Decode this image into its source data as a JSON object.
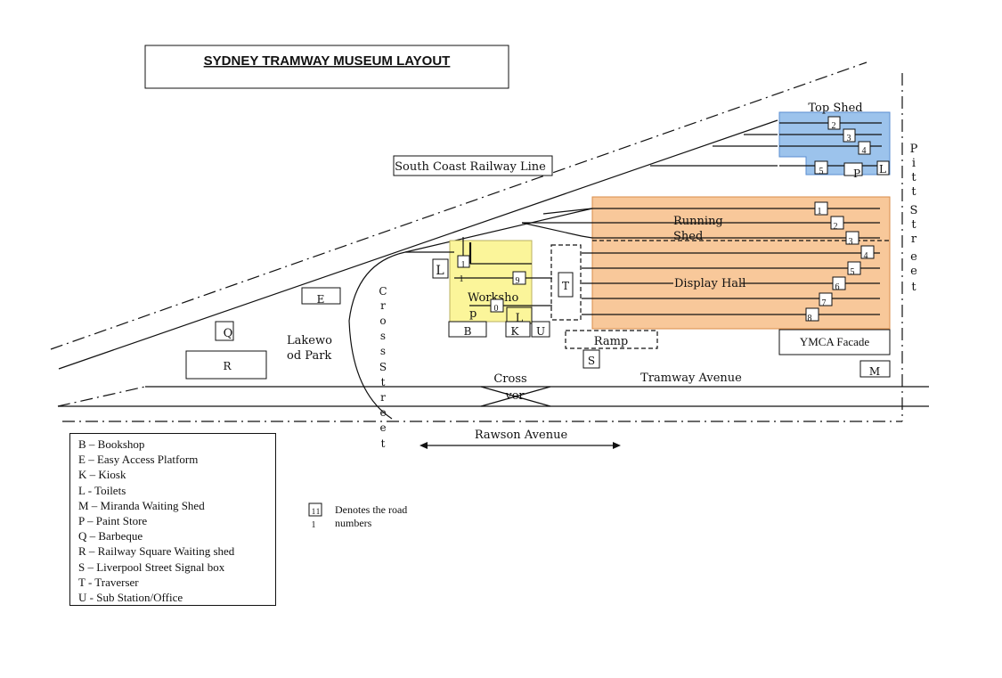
{
  "title": "SYDNEY TRAMWAY MUSEUM LAYOUT",
  "colors": {
    "top_shed_fill": "#9cc3ec",
    "top_shed_stroke": "#5a8ed0",
    "running_shed_fill": "#f8c89a",
    "running_shed_stroke": "#d98c4a",
    "workshop_fill": "#fbf59a"
  },
  "labels": {
    "top_shed": "Top Shed",
    "south_coast": "South Coast Railway Line",
    "running_shed_1": "Running",
    "running_shed_2": "Shed",
    "display_hall": "Display Hall",
    "workshop_1": "Worksho",
    "workshop_2": "p",
    "ymca": "YMCA Facade",
    "ramp": "Ramp",
    "tramway_avenue": "Tramway Avenue",
    "rawson_avenue": "Rawson Avenue",
    "crossover_1": "Cross",
    "crossover_2": "ver",
    "lakewood_1": "Lakewo",
    "lakewood_2": "od Park",
    "cross_street": [
      "C",
      "r",
      "o",
      "s",
      "s",
      "S",
      "t",
      "r",
      "e",
      "e",
      "t"
    ],
    "pitt_street": [
      "P",
      "i",
      "t",
      "t",
      "S",
      "t",
      "r",
      "e",
      "e",
      "t"
    ]
  },
  "letters": {
    "E": "E",
    "Q": "Q",
    "R": "R",
    "L_west": "L",
    "B": "B",
    "K": "K",
    "U": "U",
    "L_workshop": "L",
    "T": "T",
    "S": "S",
    "M": "M",
    "P": "P",
    "L_top": "L"
  },
  "road_numbers": {
    "top_shed": [
      "2",
      "3",
      "4",
      "5"
    ],
    "running_shed": [
      "1",
      "2",
      "3",
      "4",
      "5",
      "6",
      "7",
      "8"
    ],
    "workshop": [
      "1",
      "1",
      "9",
      "0"
    ]
  },
  "legend": [
    "B – Bookshop",
    "E – Easy Access Platform",
    "K – Kiosk",
    "L - Toilets",
    "M – Miranda Waiting Shed",
    "P – Paint Store",
    "Q – Barbeque",
    "R – Railway Square Waiting shed",
    "S – Liverpool Street Signal box",
    "T - Traverser",
    "U - Sub Station/Office"
  ],
  "note": {
    "sample_1": "1",
    "sample_2": "1",
    "sample_3": "1",
    "text": "Denotes the road numbers"
  }
}
